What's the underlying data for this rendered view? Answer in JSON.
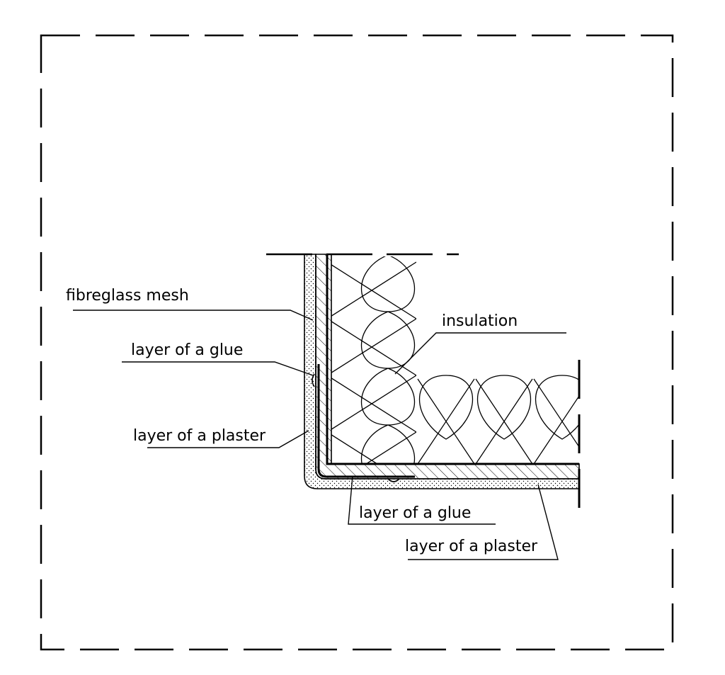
{
  "labels": {
    "fibreglass_mesh": "fibreglass mesh",
    "glue_top": "layer of a glue",
    "plaster_left": "layer of a plaster",
    "insulation": "insulation",
    "glue_bottom": "layer of a glue",
    "plaster_bottom": "layer of a plaster"
  }
}
